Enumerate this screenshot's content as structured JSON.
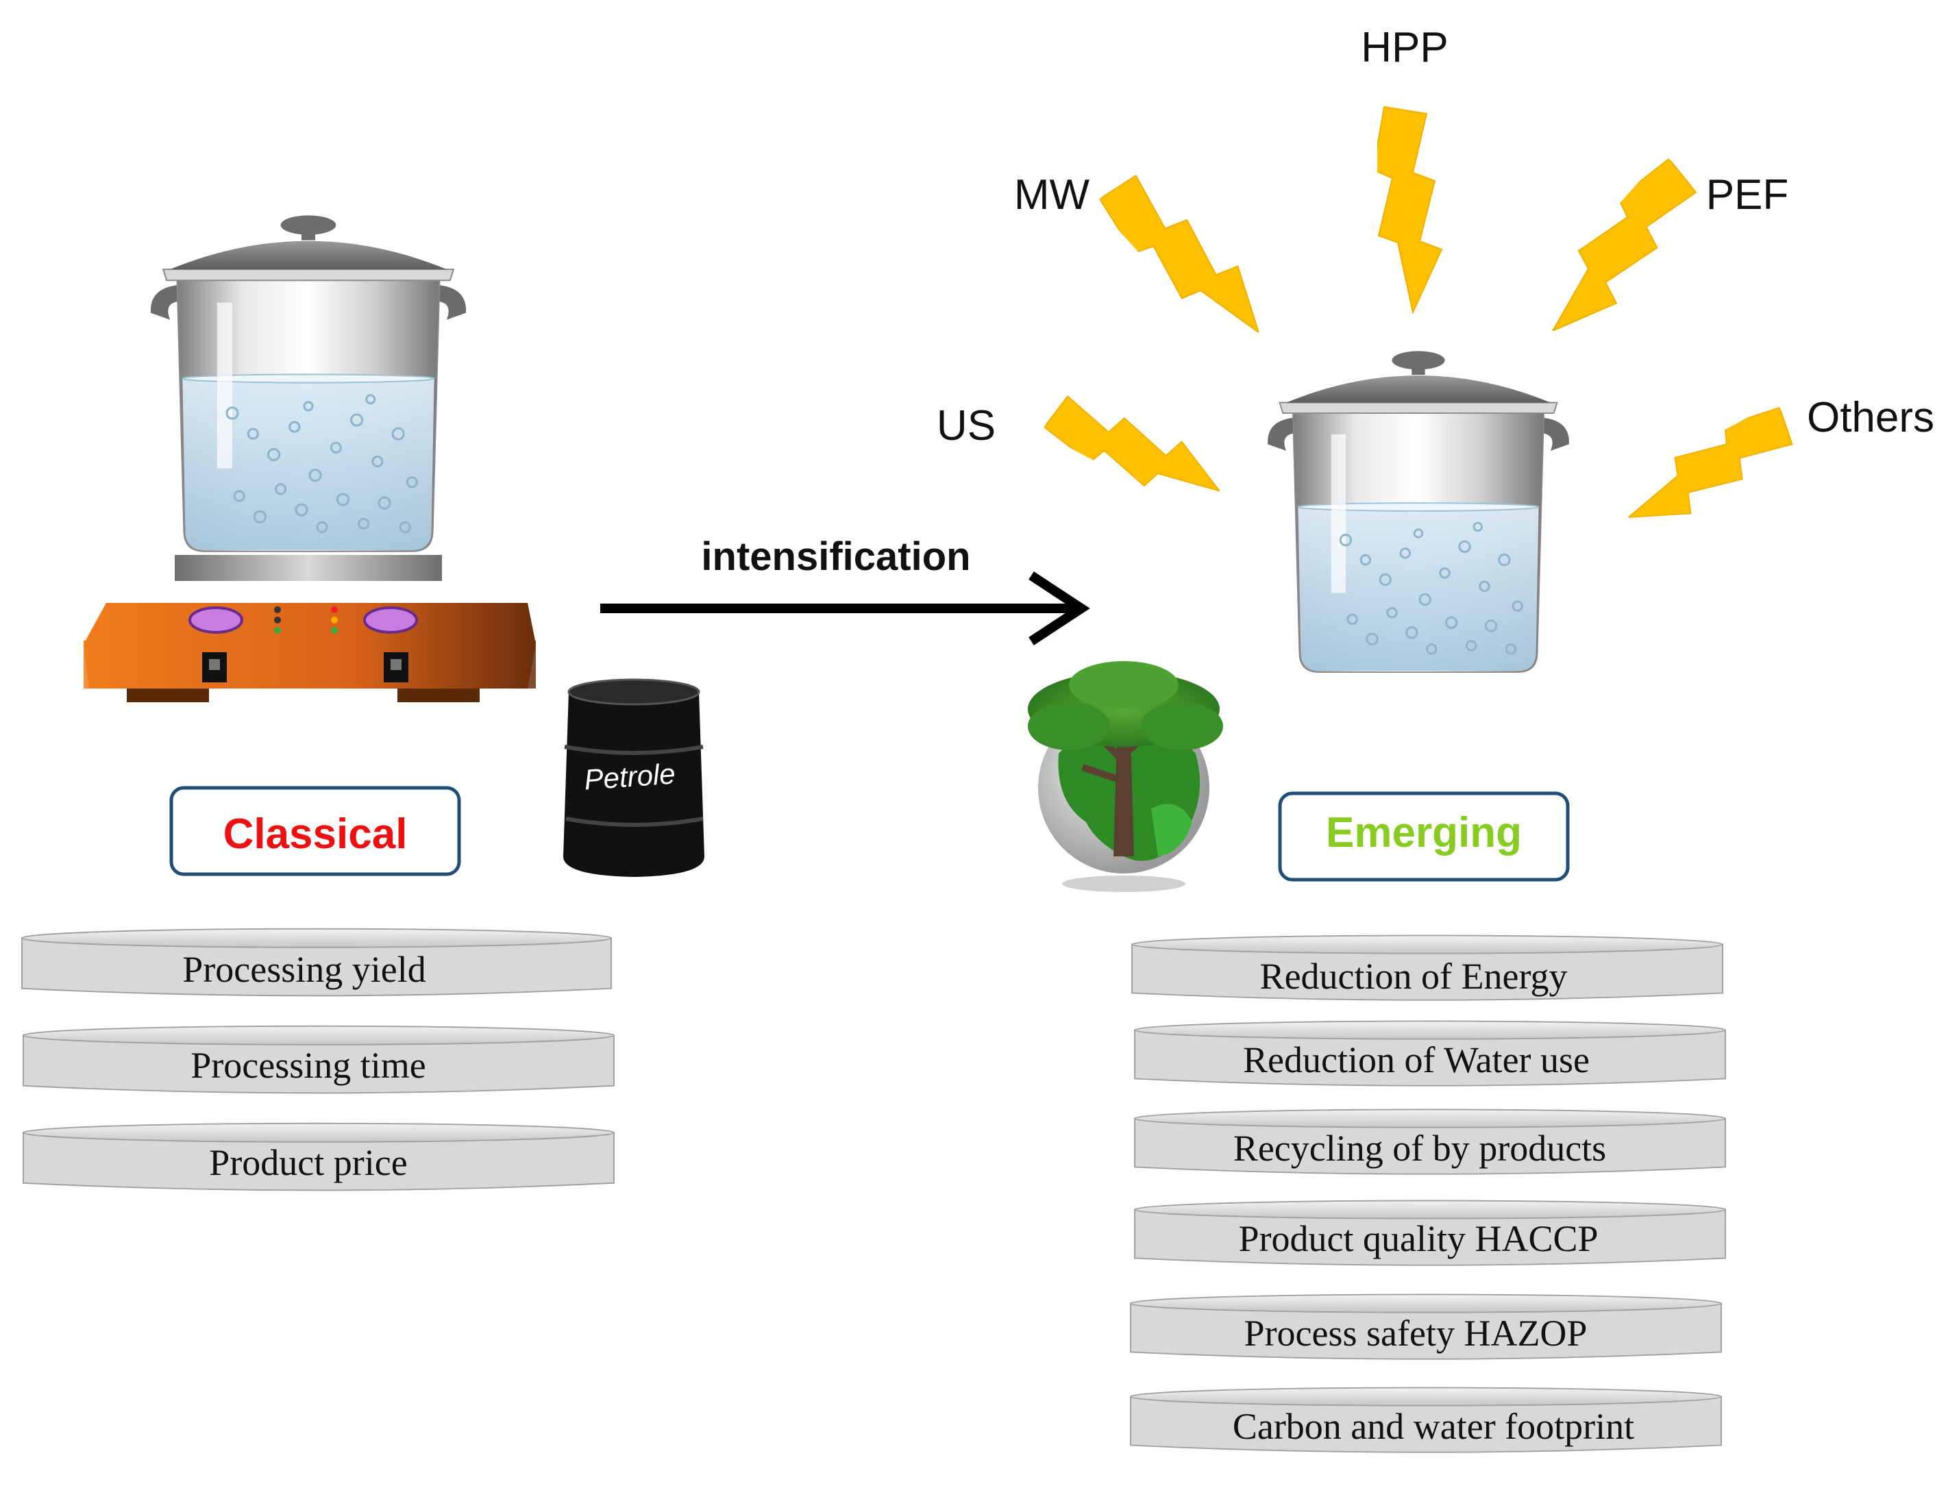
{
  "labels": {
    "hpp": "HPP",
    "mw": "MW",
    "pef": "PEF",
    "us": "US",
    "others": "Others",
    "intensification": "intensification",
    "petrole": "Petrole",
    "classical": "Classical",
    "emerging": "Emerging"
  },
  "classical_items": [
    "Processing yield",
    "Processing time",
    "Product price"
  ],
  "emerging_items": [
    "Reduction of Energy",
    "Reduction of  Water use",
    "Recycling of by products",
    "Product quality HACCP",
    "Process safety HAZOP",
    "Carbon and water footprint"
  ],
  "colors": {
    "classical": "#ee1111",
    "emerging": "#88cc22",
    "box_border": "#1f4e79",
    "bolt": "#ffc000",
    "hotplate": "#e06a12"
  },
  "icons": {
    "classical_pot": "stockpot-on-hotplate-icon",
    "emerging_pot": "stockpot-icon",
    "barrel": "oil-barrel-icon",
    "globe": "green-globe-tree-icon",
    "energy": "lightning-bolt-icon"
  }
}
